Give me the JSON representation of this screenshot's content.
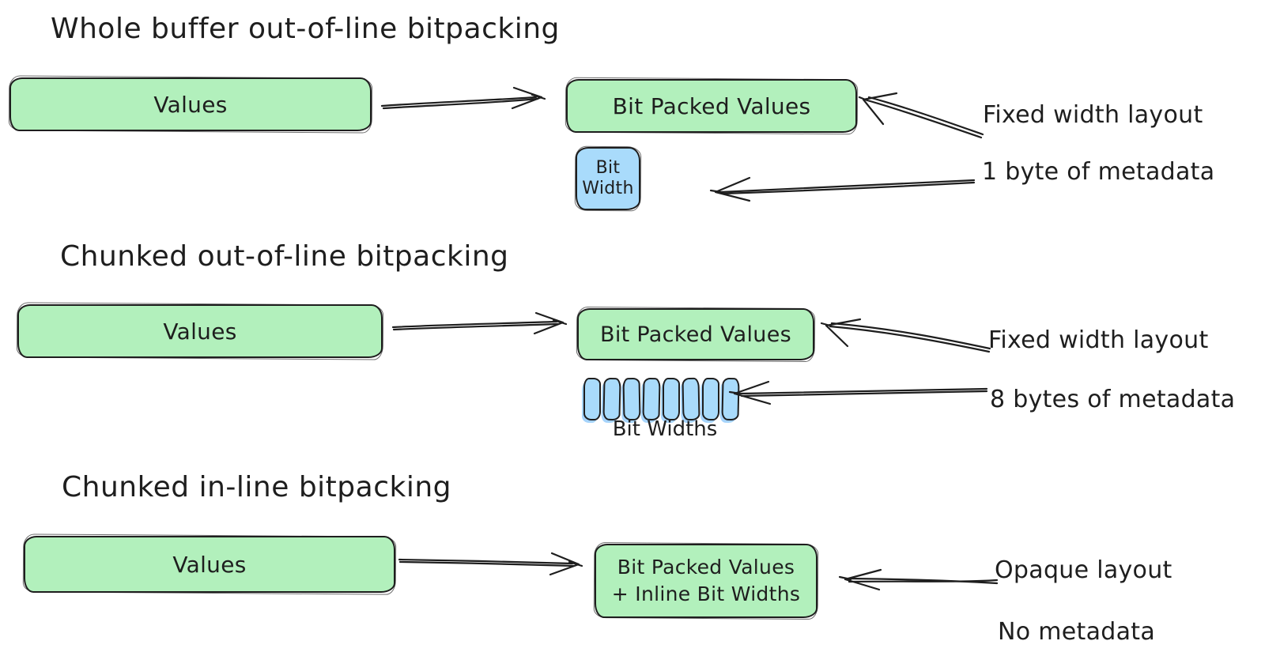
{
  "colors": {
    "green": "#b2f0bc",
    "blue": "#a9dbfb",
    "stroke": "#1e1e1e",
    "background": "#ffffff"
  },
  "sections": [
    {
      "title": "Whole buffer out-of-line bitpacking",
      "values_label": "Values",
      "packed_label": "Bit Packed Values",
      "bit_width_box_lines": [
        "Bit",
        "Width"
      ],
      "annotations": [
        "Fixed width layout",
        "1 byte of metadata"
      ]
    },
    {
      "title": "Chunked out-of-line bitpacking",
      "values_label": "Values",
      "packed_label": "Bit Packed Values",
      "bit_width_chunk_count": 8,
      "bit_widths_label": "Bit Widths",
      "annotations": [
        "Fixed width layout",
        "8 bytes of metadata"
      ]
    },
    {
      "title": "Chunked in-line bitpacking",
      "values_label": "Values",
      "packed_label_lines": [
        "Bit Packed Values",
        "+ Inline Bit Widths"
      ],
      "annotations": [
        "Opaque layout",
        "No metadata"
      ]
    }
  ]
}
